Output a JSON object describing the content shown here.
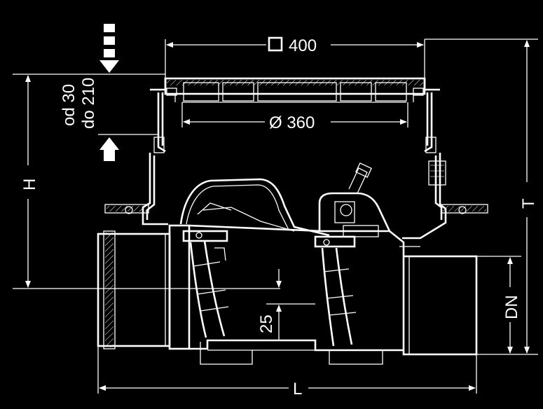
{
  "colors": {
    "background": "#000000",
    "line": "#ffffff"
  },
  "labels": {
    "width_square": "400",
    "square_symbol": "□",
    "inner_diameter": "Ø 360",
    "adjust_from": "od 30",
    "adjust_to": "do 210",
    "height": "H",
    "total_height": "T",
    "nominal_diameter": "DN",
    "length": "L",
    "water_seal": "25"
  },
  "icons": {
    "arrow_down": "arrow-down-icon",
    "arrow_up": "arrow-up-icon"
  }
}
